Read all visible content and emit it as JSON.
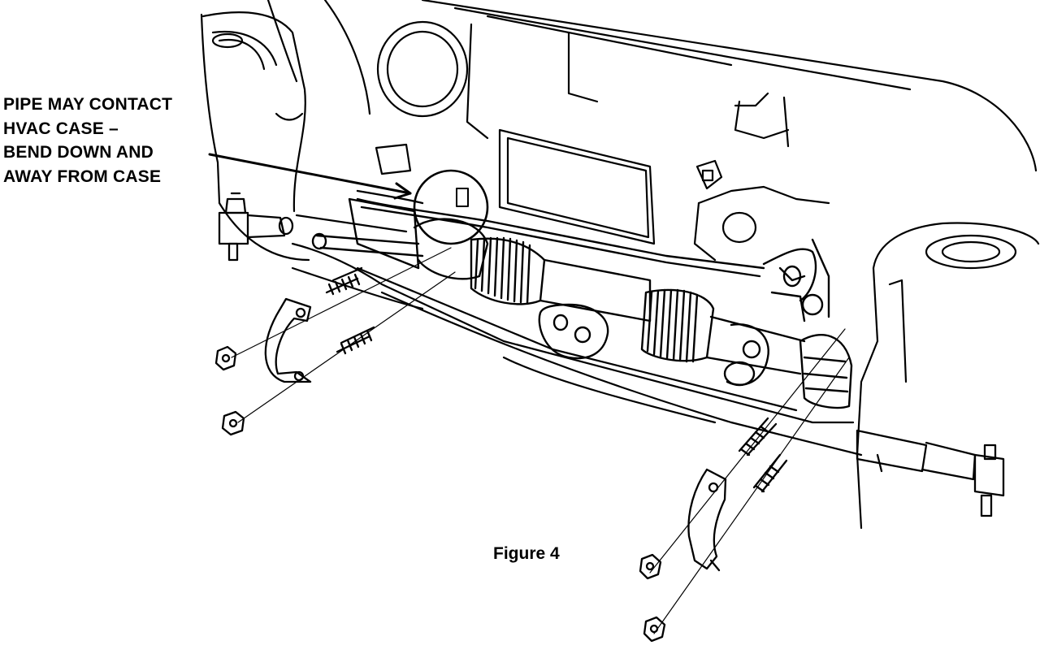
{
  "callout": {
    "lines": [
      "PIPE MAY CONTACT",
      "HVAC CASE –",
      "BEND DOWN AND",
      "AWAY FROM CASE"
    ]
  },
  "caption": "Figure 4",
  "colors": {
    "ink": "#000000",
    "paper": "#ffffff"
  }
}
